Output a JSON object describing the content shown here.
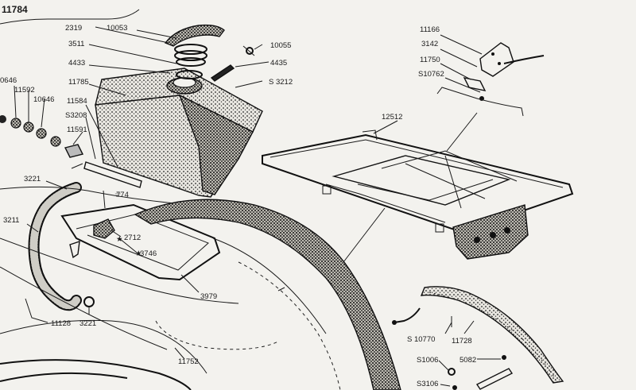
{
  "figure_number": "11784",
  "callouts": {
    "c2319": "2319",
    "c10053": "10053",
    "c3511": "3511",
    "c10055": "10055",
    "c4433": "4433",
    "c4435": "4435",
    "c11785": "11785",
    "cS3212": "S 3212",
    "c0646": "0646",
    "c11592": "11592",
    "c10646": "10646",
    "c11584": "11584",
    "cS3208": "S3208",
    "c11591": "11591",
    "c3221a": "3221",
    "c774": "774",
    "c3211": "3211",
    "c2712": "2712",
    "c3746": "3746",
    "c3979": "3979",
    "c11128": "11128",
    "c3221b": "3221",
    "c11752": "11752",
    "c11166": "11166",
    "c3142": "3142",
    "c11750": "11750",
    "cS10762": "S10762",
    "c12512": "12512",
    "cS10770": "S 10770",
    "c11728": "11728",
    "cS1006": "S1006",
    "c5082": "5082",
    "cS3106": "S3106"
  },
  "colors": {
    "paper": "#f3f2ee",
    "ink": "#111111"
  }
}
